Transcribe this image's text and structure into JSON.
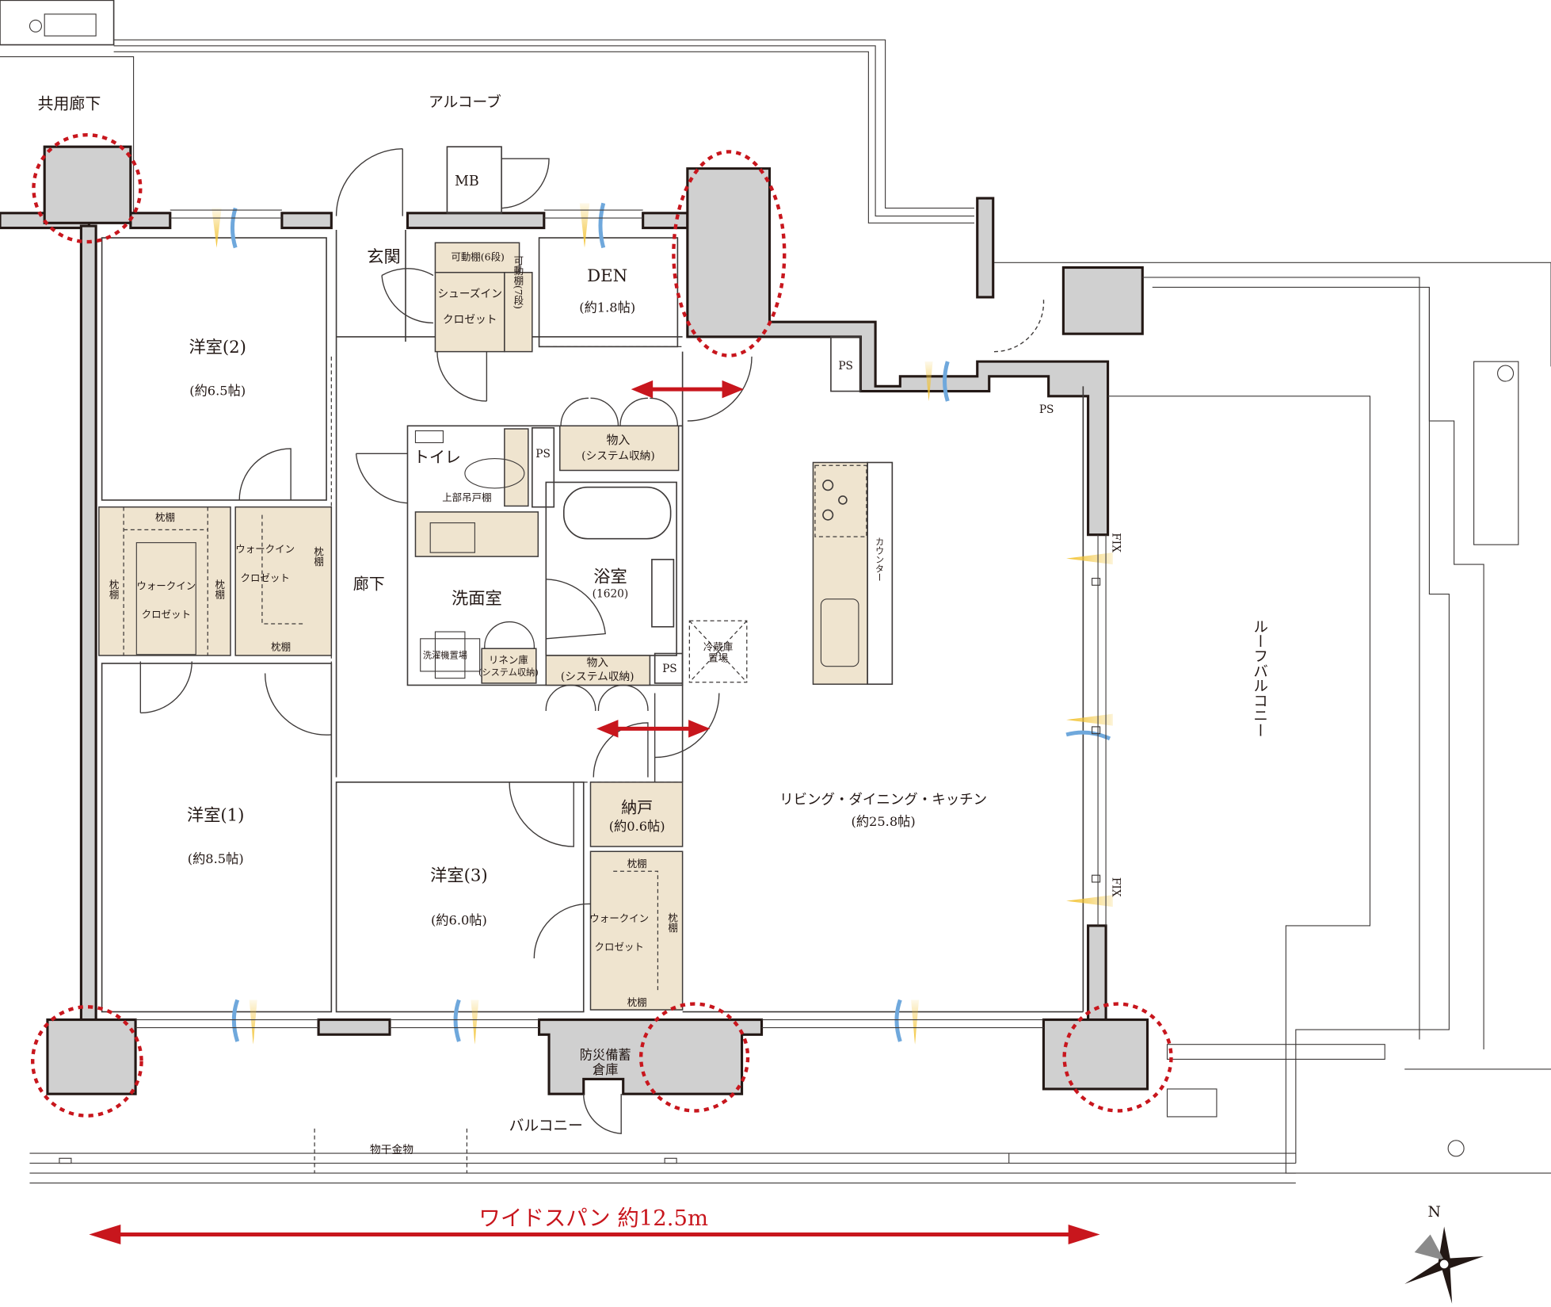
{
  "colors": {
    "wall": "#d0d0d0",
    "storage": "#efe4cf",
    "accent_red": "#c8161d",
    "line": "#3e3a39",
    "airflow_yellow": "#f2c230",
    "airflow_blue": "#6fa8dc"
  },
  "labels": {
    "common_corridor": "共用廊下",
    "alcove": "アルコーブ",
    "mb": "MB",
    "entrance": "玄関",
    "movable_shelf_6": "可動棚(6段)",
    "shoe_closet_1": "シューズイン",
    "shoe_closet_2": "クロゼット",
    "movable_shelf_7": "可動棚(7段)",
    "den": "DEN",
    "den_size": "(約1.8帖)",
    "ps": "PS",
    "western2": "洋室(2)",
    "western2_size": "(約6.5帖)",
    "pillow_shelf": "枕棚",
    "walkin_1": "ウォークイン",
    "walkin_2": "クロゼット",
    "corridor": "廊下",
    "toilet": "トイレ",
    "upper_cabinet": "上部吊戸棚",
    "storage_system_1": "物入",
    "storage_system_2": "(システム収納)",
    "washroom": "洗面室",
    "bath": "浴室",
    "bath_size": "(1620)",
    "laundry": "洗濯機置場",
    "linen_1": "リネン庫",
    "linen_2": "(システム収納)",
    "fridge_1": "冷蔵庫",
    "fridge_2": "置場",
    "counter": "カウンター",
    "fix": "FIX",
    "ldk": "リビング・ダイニング・キッチン",
    "ldk_size": "(約25.8帖)",
    "western1": "洋室(1)",
    "western1_size": "(約8.5帖)",
    "western3": "洋室(3)",
    "western3_size": "(約6.0帖)",
    "nando": "納戸",
    "nando_size": "(約0.6帖)",
    "disaster_storage_1": "防災備蓄",
    "disaster_storage_2": "倉庫",
    "balcony": "バルコニー",
    "laundry_hanger": "物干金物",
    "roof_balcony": "ルーフバルコニー",
    "wide_span": "ワイドスパン 約12.5m",
    "north": "N"
  }
}
